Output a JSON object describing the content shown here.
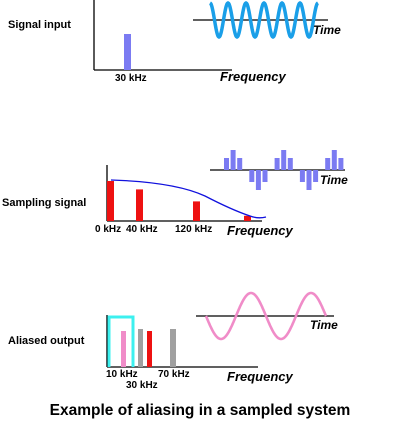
{
  "colors": {
    "axis": "#000000",
    "blue_sine": "#1a9fe8",
    "input_bar": "#7b7bf2",
    "sampling_bars": "#ee1111",
    "envelope": "#1111dd",
    "pulses": "#7b7bf2",
    "pink": "#f08cc8",
    "cyan": "#3cf0ef",
    "gray": "#a0a0a0"
  },
  "panel1": {
    "label": "Signal input",
    "freq_label": "30 kHz",
    "axis_title": "Frequency",
    "time_label": "Time",
    "wave_icon": "sine-wave-icon"
  },
  "panel2": {
    "label": "Sampling signal",
    "freq_labels": [
      "0 kHz",
      "40 kHz",
      "120 kHz"
    ],
    "axis_title": "Frequency",
    "time_label": "Time",
    "bar_levels": [
      1.0,
      0.79,
      0.49,
      0.13
    ],
    "pulse_levels": [
      0.6,
      1.0,
      0.6,
      -0.6,
      -1.0,
      -0.6,
      0.6,
      1.0,
      0.6,
      -0.6,
      -1.0,
      -0.6,
      0.6,
      1.0,
      0.6
    ]
  },
  "panel3": {
    "label": "Aliased output",
    "freq_labels": [
      "10 kHz",
      "30 kHz",
      "70 kHz"
    ],
    "axis_title": "Frequency",
    "time_label": "Time"
  },
  "caption": "Example of aliasing in a sampled system"
}
